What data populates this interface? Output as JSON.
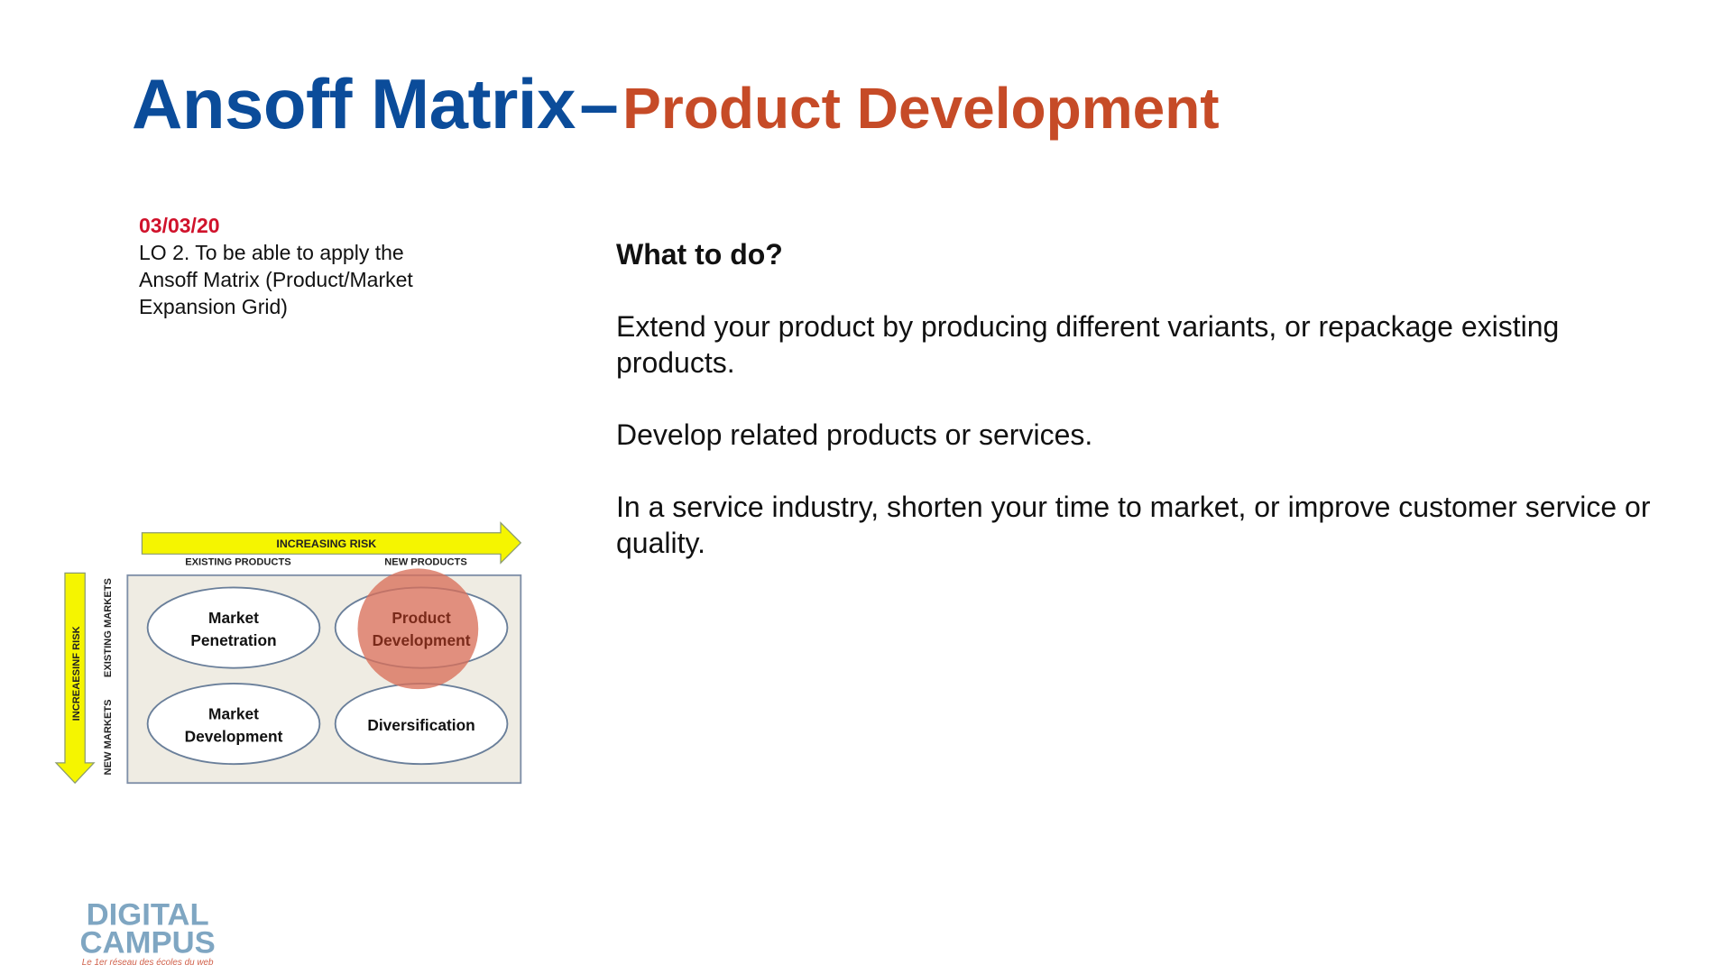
{
  "title": {
    "main": "Ansoff Matrix",
    "separator": "–",
    "subtitle": "Product Development"
  },
  "info": {
    "date": "03/03/20",
    "objective_lines": [
      "LO 2. To be able to apply the",
      "Ansoff Matrix (Product/Market",
      "Expansion Grid)"
    ]
  },
  "content": {
    "heading": "What to do?",
    "paragraphs": [
      "Extend your product by producing different variants, or repackage existing products.",
      "Develop related products or services.",
      "In a service industry, shorten your time to market, or improve customer service  or quality."
    ]
  },
  "matrix": {
    "top_arrow": "INCREASING RISK",
    "side_arrow": "INCREAESINF RISK",
    "columns": [
      "EXISTING PRODUCTS",
      "NEW PRODUCTS"
    ],
    "rows": [
      "EXISTING MARKETS",
      "NEW MARKETS"
    ],
    "cells": {
      "mp": [
        "Market",
        "Penetration"
      ],
      "pd": [
        "Product",
        "Development"
      ],
      "md": [
        "Market",
        "Development"
      ],
      "div": "Diversification"
    },
    "highlight": "Product Development",
    "colors": {
      "arrow": "#f5f500",
      "highlight": "#d9705a",
      "box": "#efece3"
    }
  },
  "logo": {
    "line1": "DIGITAL",
    "line2": "CAMPUS",
    "tagline": "Le 1er réseau des écoles du web"
  }
}
